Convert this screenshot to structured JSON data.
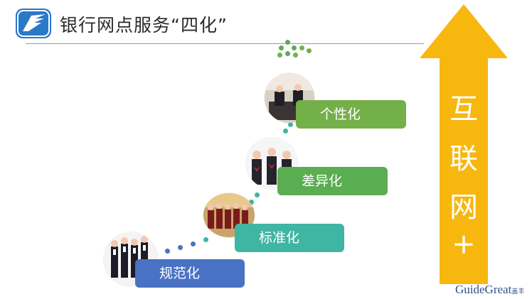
{
  "header": {
    "title": "银行网点服务“四化”"
  },
  "steps": [
    {
      "label": "规范化",
      "color": "#4a72c4"
    },
    {
      "label": "标准化",
      "color": "#3fb5a3"
    },
    {
      "label": "差异化",
      "color": "#5aad50"
    },
    {
      "label": "个性化",
      "color": "#74b049"
    }
  ],
  "arrow": {
    "label_chars": [
      "互",
      "联",
      "网",
      "+"
    ],
    "color": "#f7b70f"
  },
  "brand": {
    "name": "GuideGreat",
    "cn": "盖丰"
  },
  "colors": {
    "title_text": "#2b2b2b",
    "rule": "#9a9a9a",
    "logo_blue": "#2a78c8"
  }
}
